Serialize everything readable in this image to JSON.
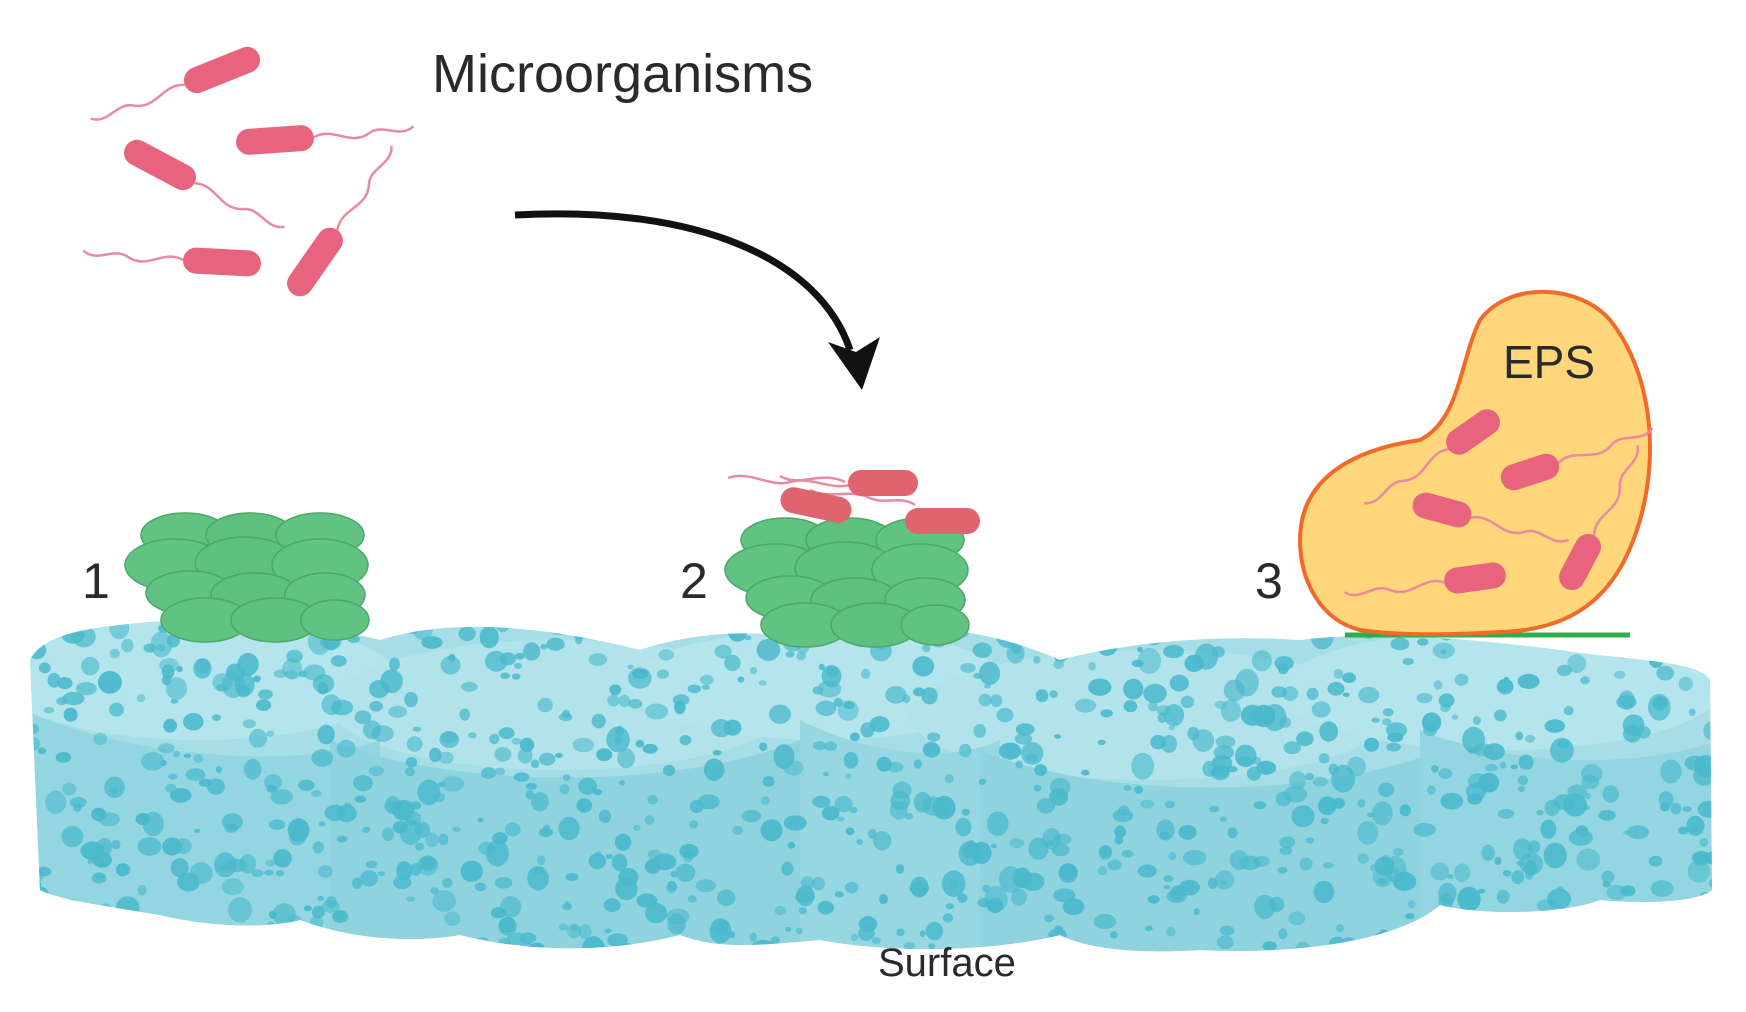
{
  "labels": {
    "microorganisms": "Microorganisms",
    "step1": "1",
    "step2": "2",
    "step3": "3",
    "eps": "EPS",
    "surface": "Surface"
  },
  "colors": {
    "bacteria": "#e8647e",
    "bacteria_dark": "#d9536c",
    "flagella": "#e98aa0",
    "conditioning_film": "#5fbf7f",
    "conditioning_film_dark": "#4aa86a",
    "eps_fill": "#ffd77a",
    "eps_stroke": "#f06a2a",
    "surface_top": "#a9e1ea",
    "surface_side": "#8dd3e0",
    "pores": "#49b9cc",
    "arrow": "#111111"
  }
}
